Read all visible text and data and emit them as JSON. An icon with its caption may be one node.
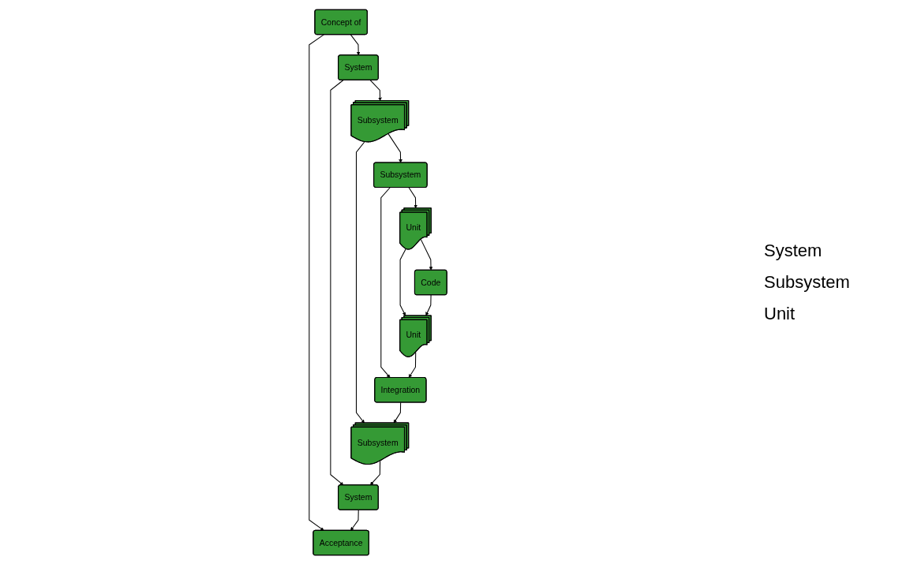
{
  "diagram": {
    "nodes": [
      {
        "text": [
          "Concept of"
        ]
      },
      {
        "text": [
          "Acceptance"
        ]
      },
      {
        "text": [
          "System"
        ]
      },
      {
        "text": [
          "System"
        ]
      },
      {
        "text": [
          "Subsystem"
        ]
      },
      {
        "text": [
          "Subsystem"
        ]
      },
      {
        "text": [
          "Subsystem"
        ]
      },
      {
        "text": [
          "Integration"
        ]
      },
      {
        "text": [
          "Unit"
        ]
      },
      {
        "text": [
          "Unit"
        ]
      },
      {
        "text": [
          "Code"
        ]
      }
    ],
    "edges": [
      {
        "from": 0,
        "to": 2,
        "arrow": "to"
      },
      {
        "from": 0,
        "to": 1,
        "arrow": "to"
      },
      {
        "from": 2,
        "to": 3,
        "arrow": "to"
      },
      {
        "from": 3,
        "to": 1,
        "arrow": "to"
      },
      {
        "from": 2,
        "to": 4,
        "arrow": "to"
      },
      {
        "from": 4,
        "to": 5,
        "arrow": "to"
      },
      {
        "from": 5,
        "to": 3,
        "arrow": "to"
      },
      {
        "from": 4,
        "to": 6,
        "arrow": "to"
      },
      {
        "from": 6,
        "to": 7,
        "arrow": "to"
      },
      {
        "from": 7,
        "to": 5,
        "arrow": "to"
      },
      {
        "from": 6,
        "to": 8,
        "arrow": "to"
      },
      {
        "from": 8,
        "to": 9,
        "arrow": "to"
      },
      {
        "from": 9,
        "to": 7,
        "arrow": "to"
      },
      {
        "from": 8,
        "to": 10,
        "arrow": "to"
      },
      {
        "from": 10,
        "to": 9,
        "arrow": "to"
      }
    ],
    "labels": [
      "System",
      "Subsystem",
      "Unit"
    ]
  }
}
